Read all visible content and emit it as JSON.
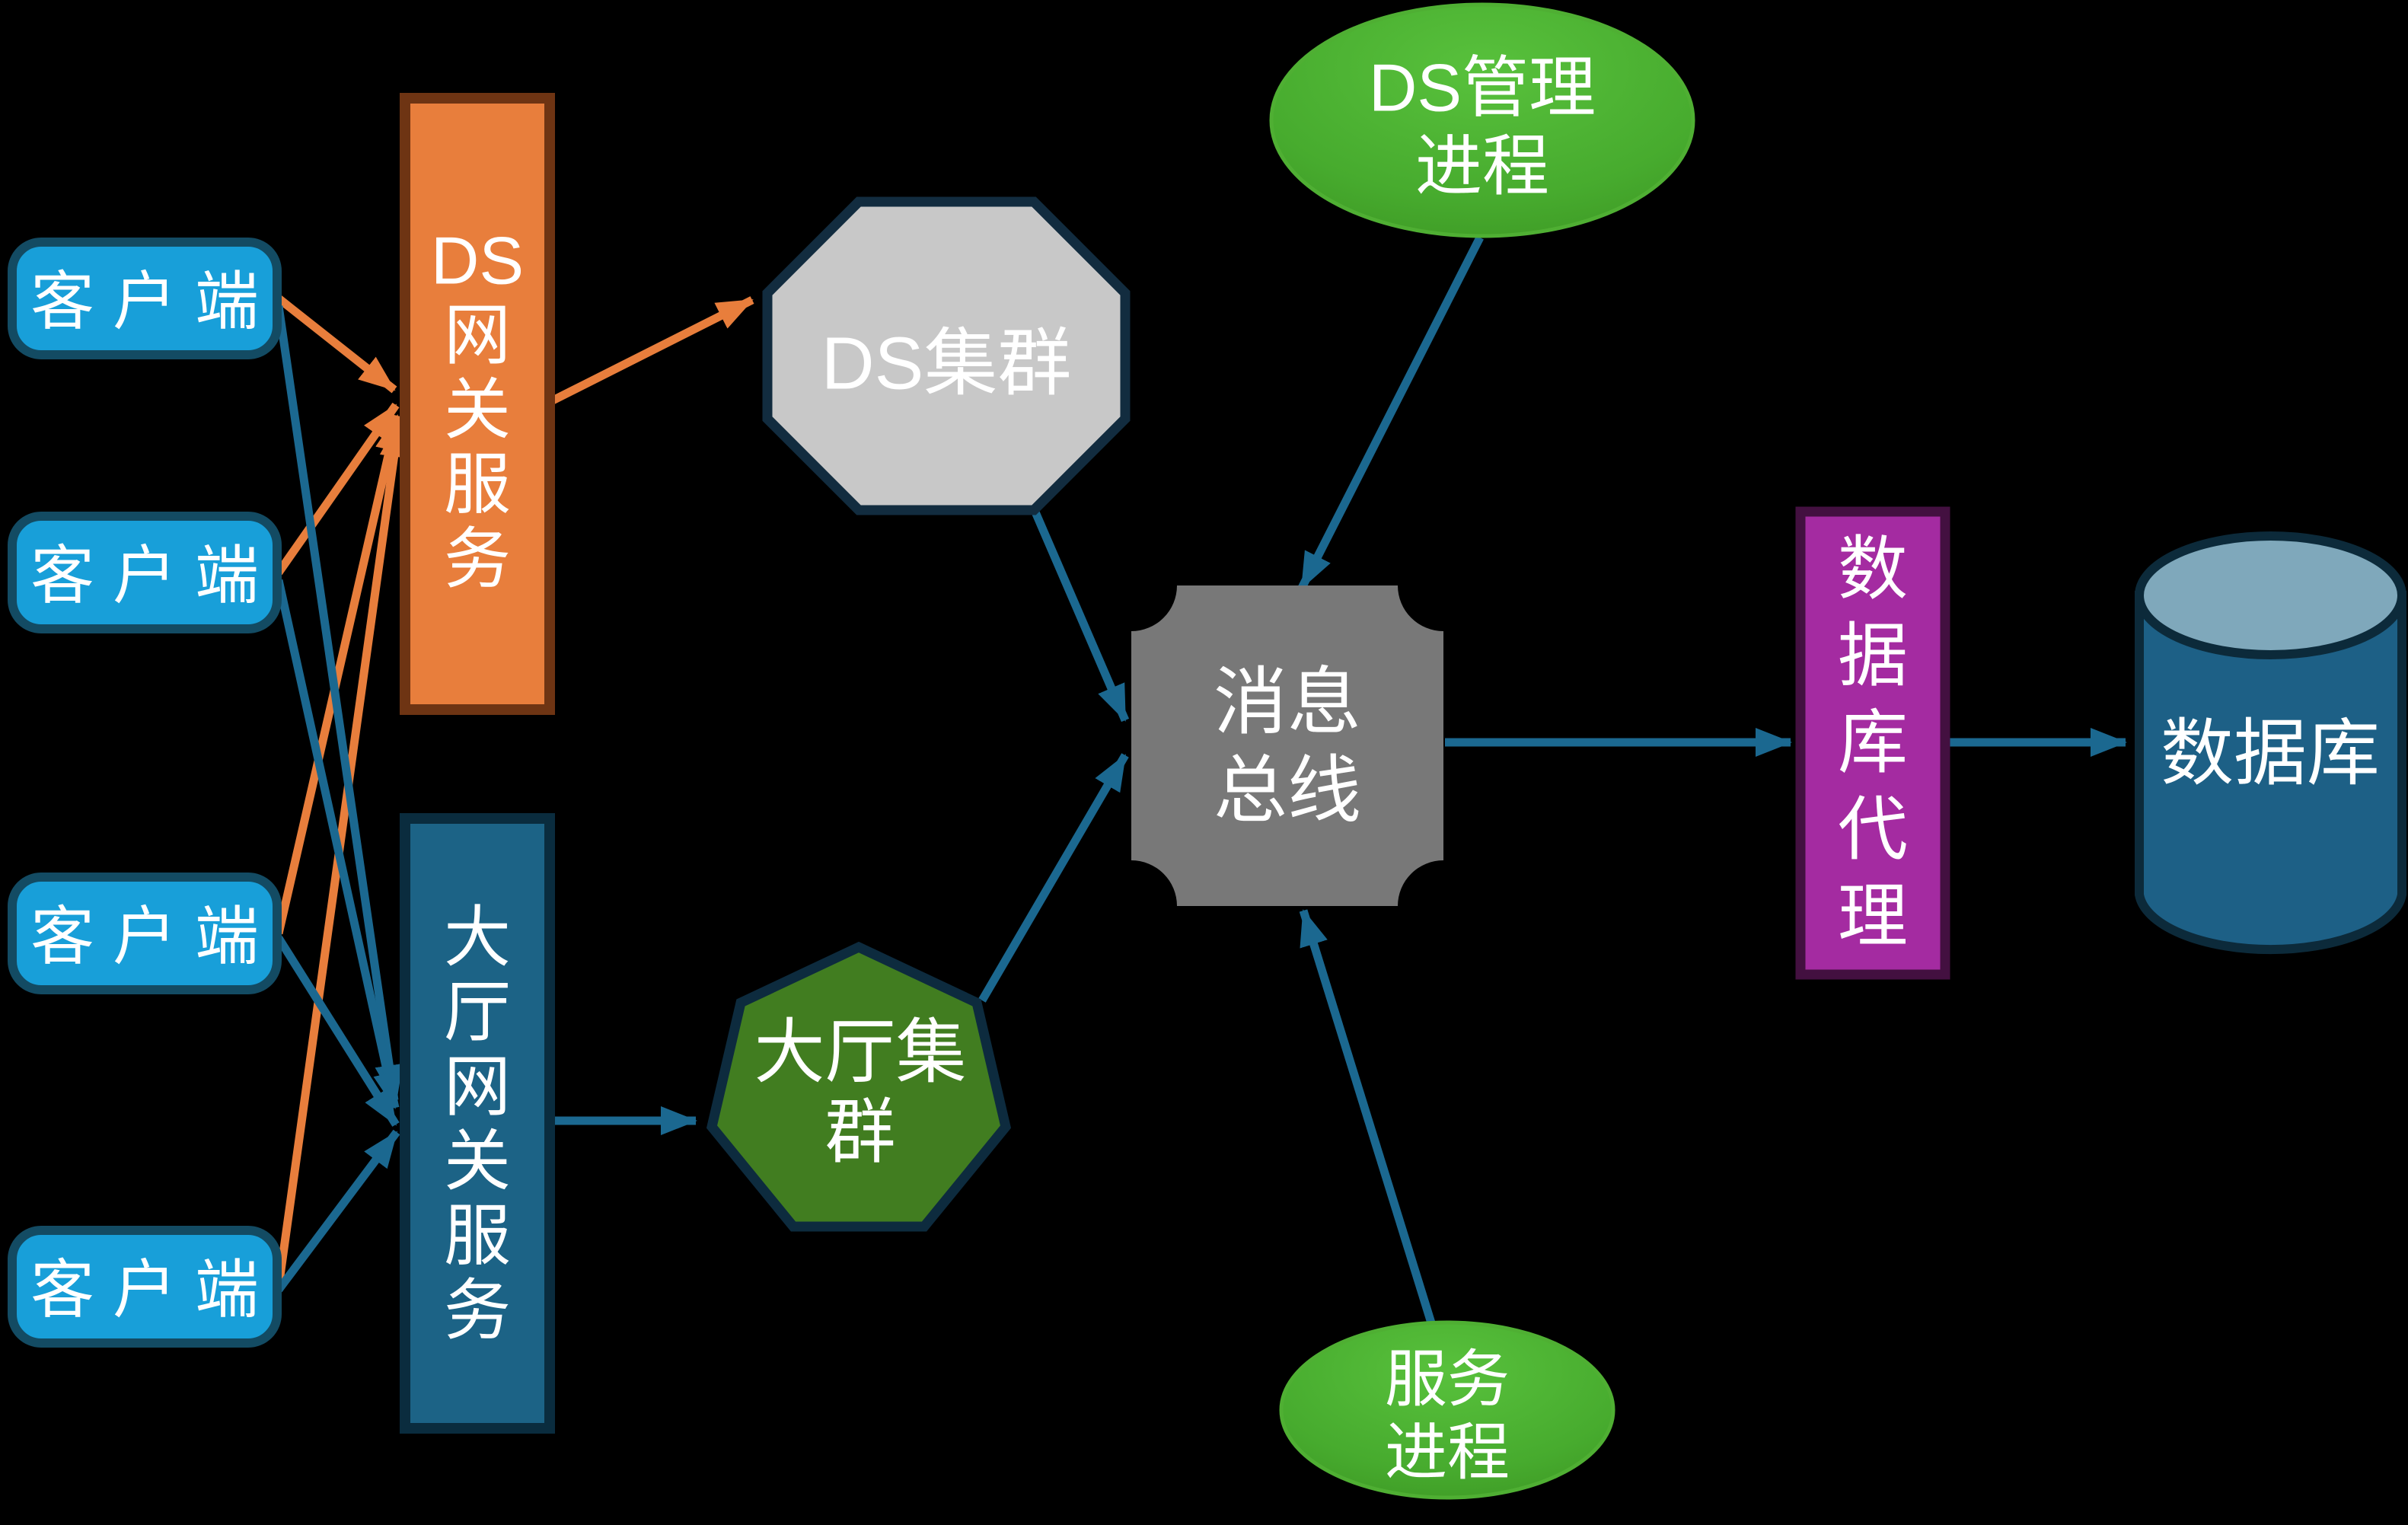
{
  "diagram_title": "",
  "colors": {
    "background": "#000000",
    "client_fill": "#189FD9",
    "client_border": "#134B63",
    "ds_gateway_fill": "#E87E3C",
    "ds_gateway_border": "#6E3413",
    "lobby_gateway_fill": "#1C6386",
    "lobby_gateway_border": "#0A2C3E",
    "ds_cluster_fill": "#C8C8C8",
    "ds_cluster_border": "#122C3F",
    "lobby_cluster_fill": "#417D20",
    "lobby_cluster_border": "#0D2B3E",
    "message_bus_fill": "#787878",
    "green_ellipse_light": "#58C13C",
    "green_ellipse_dark": "#3E9A25",
    "green_ellipse_border": "#4FAF33",
    "db_proxy_fill": "#A42BA1",
    "db_proxy_border": "#431040",
    "database_fill": "#1D6086",
    "database_top_fill": "#7FA8BB",
    "database_border": "#0C2A3A",
    "arrow_orange": "#E87E3C",
    "arrow_blue": "#1B6890",
    "text": "#FFFFFF"
  },
  "nodes": {
    "clients": {
      "label": "客户端",
      "count": 4,
      "shape": "rounded-rectangle"
    },
    "ds_gateway": {
      "name": "DS网关服务",
      "shape": "rectangle",
      "lines": [
        "DS",
        "网",
        "关",
        "服",
        "务"
      ]
    },
    "lobby_gateway": {
      "name": "大厅网关服务",
      "shape": "rectangle",
      "lines": [
        "大",
        "厅",
        "网",
        "关",
        "服",
        "务"
      ]
    },
    "ds_cluster": {
      "label": "DS集群",
      "shape": "octagon"
    },
    "lobby_cluster": {
      "name": "大厅集群",
      "shape": "heptagon",
      "lines": [
        "大厅集",
        "群"
      ]
    },
    "message_bus": {
      "name": "消息总线",
      "shape": "plaque-square",
      "lines": [
        "消息",
        "总线"
      ]
    },
    "ds_manager": {
      "name": "DS管理进程",
      "shape": "ellipse",
      "lines": [
        "DS管理",
        "进程"
      ]
    },
    "service_process": {
      "name": "服务进程",
      "shape": "ellipse",
      "lines": [
        "服务",
        "进程"
      ]
    },
    "db_proxy": {
      "name": "数据库代理",
      "shape": "rectangle",
      "lines": [
        "数",
        "据",
        "库",
        "代",
        "理"
      ]
    },
    "database": {
      "label": "数据库",
      "shape": "cylinder"
    }
  },
  "edges": [
    {
      "from": "client-1",
      "to": "ds_gateway",
      "color": "orange",
      "directed": true
    },
    {
      "from": "client-2",
      "to": "ds_gateway",
      "color": "orange",
      "directed": true
    },
    {
      "from": "client-3",
      "to": "ds_gateway",
      "color": "orange",
      "directed": true
    },
    {
      "from": "client-4",
      "to": "ds_gateway",
      "color": "orange",
      "directed": true
    },
    {
      "from": "client-1",
      "to": "lobby_gateway",
      "color": "blue",
      "directed": true
    },
    {
      "from": "client-2",
      "to": "lobby_gateway",
      "color": "blue",
      "directed": true
    },
    {
      "from": "client-3",
      "to": "lobby_gateway",
      "color": "blue",
      "directed": true
    },
    {
      "from": "client-4",
      "to": "lobby_gateway",
      "color": "blue",
      "directed": true
    },
    {
      "from": "ds_gateway",
      "to": "ds_cluster",
      "color": "orange",
      "directed": true
    },
    {
      "from": "lobby_gateway",
      "to": "lobby_cluster",
      "color": "blue",
      "directed": true
    },
    {
      "from": "ds_cluster",
      "to": "message_bus",
      "color": "blue",
      "directed": true
    },
    {
      "from": "lobby_cluster",
      "to": "message_bus",
      "color": "blue",
      "directed": true
    },
    {
      "from": "ds_manager",
      "to": "message_bus",
      "color": "blue",
      "directed": true
    },
    {
      "from": "service_process",
      "to": "message_bus",
      "color": "blue",
      "directed": true
    },
    {
      "from": "message_bus",
      "to": "db_proxy",
      "color": "blue",
      "directed": true
    },
    {
      "from": "db_proxy",
      "to": "database",
      "color": "blue",
      "directed": true
    }
  ]
}
